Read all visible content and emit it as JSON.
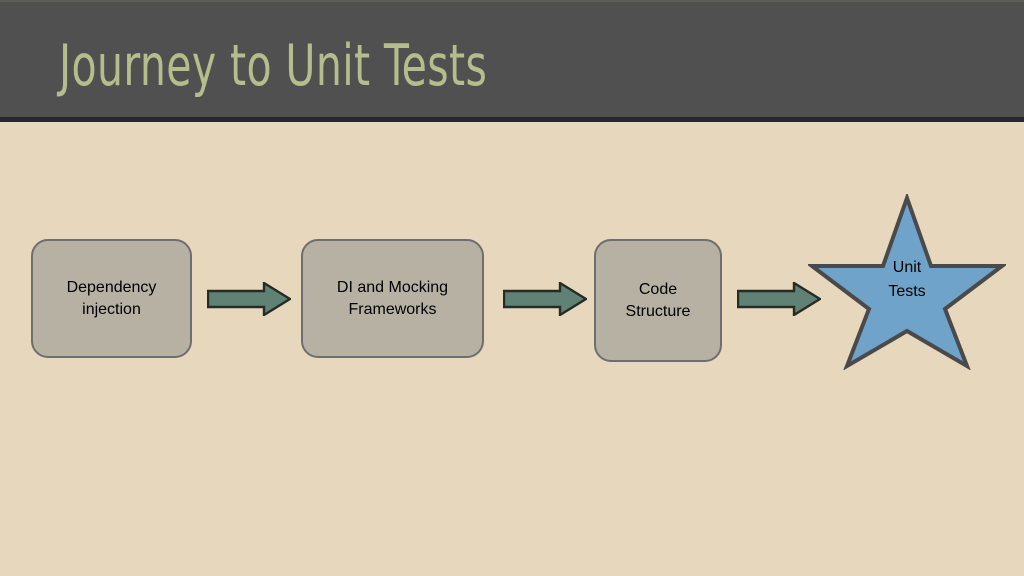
{
  "slide": {
    "title": "Journey to Unit Tests",
    "background_color": "#e7d8bd",
    "header_color": "#505050",
    "title_color": "#b6bd8d"
  },
  "diagram": {
    "type": "flow",
    "node_fill": "#b7b1a3",
    "node_border": "#6e6e6e",
    "arrow_fill": "#5f8274",
    "arrow_border": "#262b26",
    "star_fill": "#6fa3c9",
    "star_border": "#4a4a4a",
    "nodes": [
      {
        "id": "dependency-injection",
        "shape": "rounded-rect",
        "line1": "Dependency",
        "line2": "injection"
      },
      {
        "id": "di-and-mocking-frameworks",
        "shape": "rounded-rect",
        "line1": "DI and Mocking",
        "line2": "Frameworks"
      },
      {
        "id": "code-structure",
        "shape": "rounded-rect",
        "line1": "Code",
        "line2": "Structure"
      },
      {
        "id": "unit-tests",
        "shape": "star",
        "line1": "Unit",
        "line2": "Tests"
      }
    ],
    "arrows": [
      {
        "id": "arrow-1",
        "from": "dependency-injection",
        "to": "di-and-mocking-frameworks"
      },
      {
        "id": "arrow-2",
        "from": "di-and-mocking-frameworks",
        "to": "code-structure"
      },
      {
        "id": "arrow-3",
        "from": "code-structure",
        "to": "unit-tests"
      }
    ]
  }
}
